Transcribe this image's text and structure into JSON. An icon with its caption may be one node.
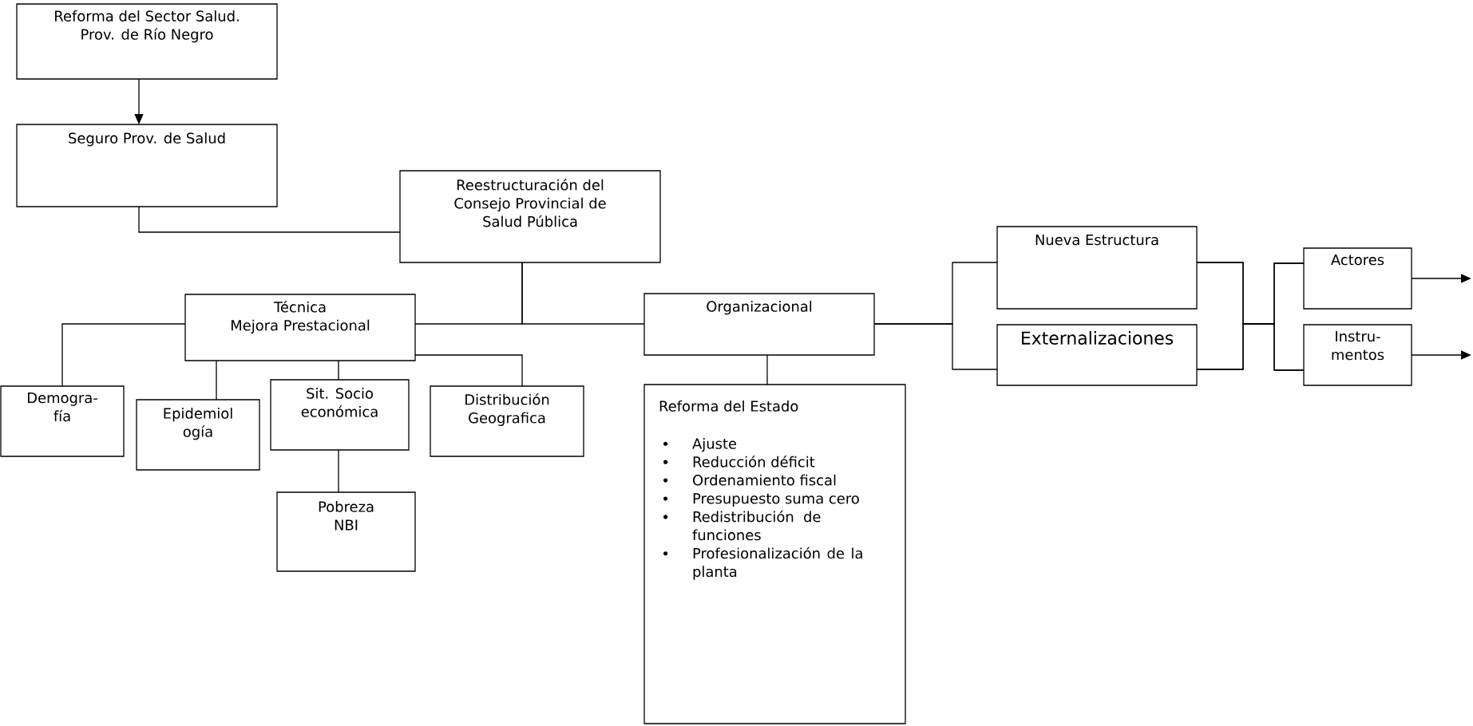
{
  "diagram": {
    "nodes": [
      {
        "text": [
          "Reforma del Sector Salud.",
          "Prov. de Río Negro"
        ]
      },
      {
        "text": [
          "Seguro Prov. de Salud"
        ]
      },
      {
        "text": [
          "Reestructuración del Consejo Provincial de Salud Pública"
        ]
      },
      {
        "text": [
          "Técnica",
          "Mejora Prestacional"
        ]
      },
      {
        "text": [
          "Demogra- fía"
        ]
      },
      {
        "text": [
          "Epidemiol ogía"
        ]
      },
      {
        "text": [
          "Sit. Socio económica"
        ]
      },
      {
        "text": [
          "Pobreza NBI"
        ]
      },
      {
        "text": [
          "Distribución Geografica"
        ]
      },
      {
        "text": [
          "Organizacional"
        ]
      },
      {
        "text": [
          "Reforma del Estado",
          "Ajuste",
          "Reducción déficit",
          "Ordenamiento fiscal",
          "Presupuesto suma cero",
          "Redistribución de funciones",
          "Profesionalización de la planta"
        ]
      },
      {
        "text": [
          "Nueva Estructura"
        ]
      },
      {
        "text": [
          "Externalizaciones"
        ]
      },
      {
        "text": [
          "Actores"
        ]
      },
      {
        "text": [
          "Instru- mentos"
        ]
      }
    ],
    "edges": [
      {
        "from": 0,
        "to": 1,
        "arrow": "to"
      },
      {
        "from": 1,
        "to": 2,
        "arrow": "none"
      },
      {
        "from": 2,
        "to": 3,
        "arrow": "none"
      },
      {
        "from": 2,
        "to": 9,
        "arrow": "none"
      },
      {
        "from": 3,
        "to": 4,
        "arrow": "none"
      },
      {
        "from": 3,
        "to": 5,
        "arrow": "none"
      },
      {
        "from": 3,
        "to": 6,
        "arrow": "none"
      },
      {
        "from": 6,
        "to": 7,
        "arrow": "none"
      },
      {
        "from": 3,
        "to": 8,
        "arrow": "none"
      },
      {
        "from": 9,
        "to": 10,
        "arrow": "none"
      },
      {
        "from": 9,
        "to": 11,
        "arrow": "none"
      },
      {
        "from": 9,
        "to": 12,
        "arrow": "none"
      },
      {
        "from": 11,
        "to": 13,
        "arrow": "none"
      },
      {
        "from": 11,
        "to": 14,
        "arrow": "none"
      },
      {
        "from": 12,
        "to": 13,
        "arrow": "none"
      },
      {
        "from": 12,
        "to": 14,
        "arrow": "none"
      },
      {
        "from": 13,
        "to": null,
        "arrow": "to"
      },
      {
        "from": 14,
        "to": null,
        "arrow": "to"
      }
    ]
  }
}
